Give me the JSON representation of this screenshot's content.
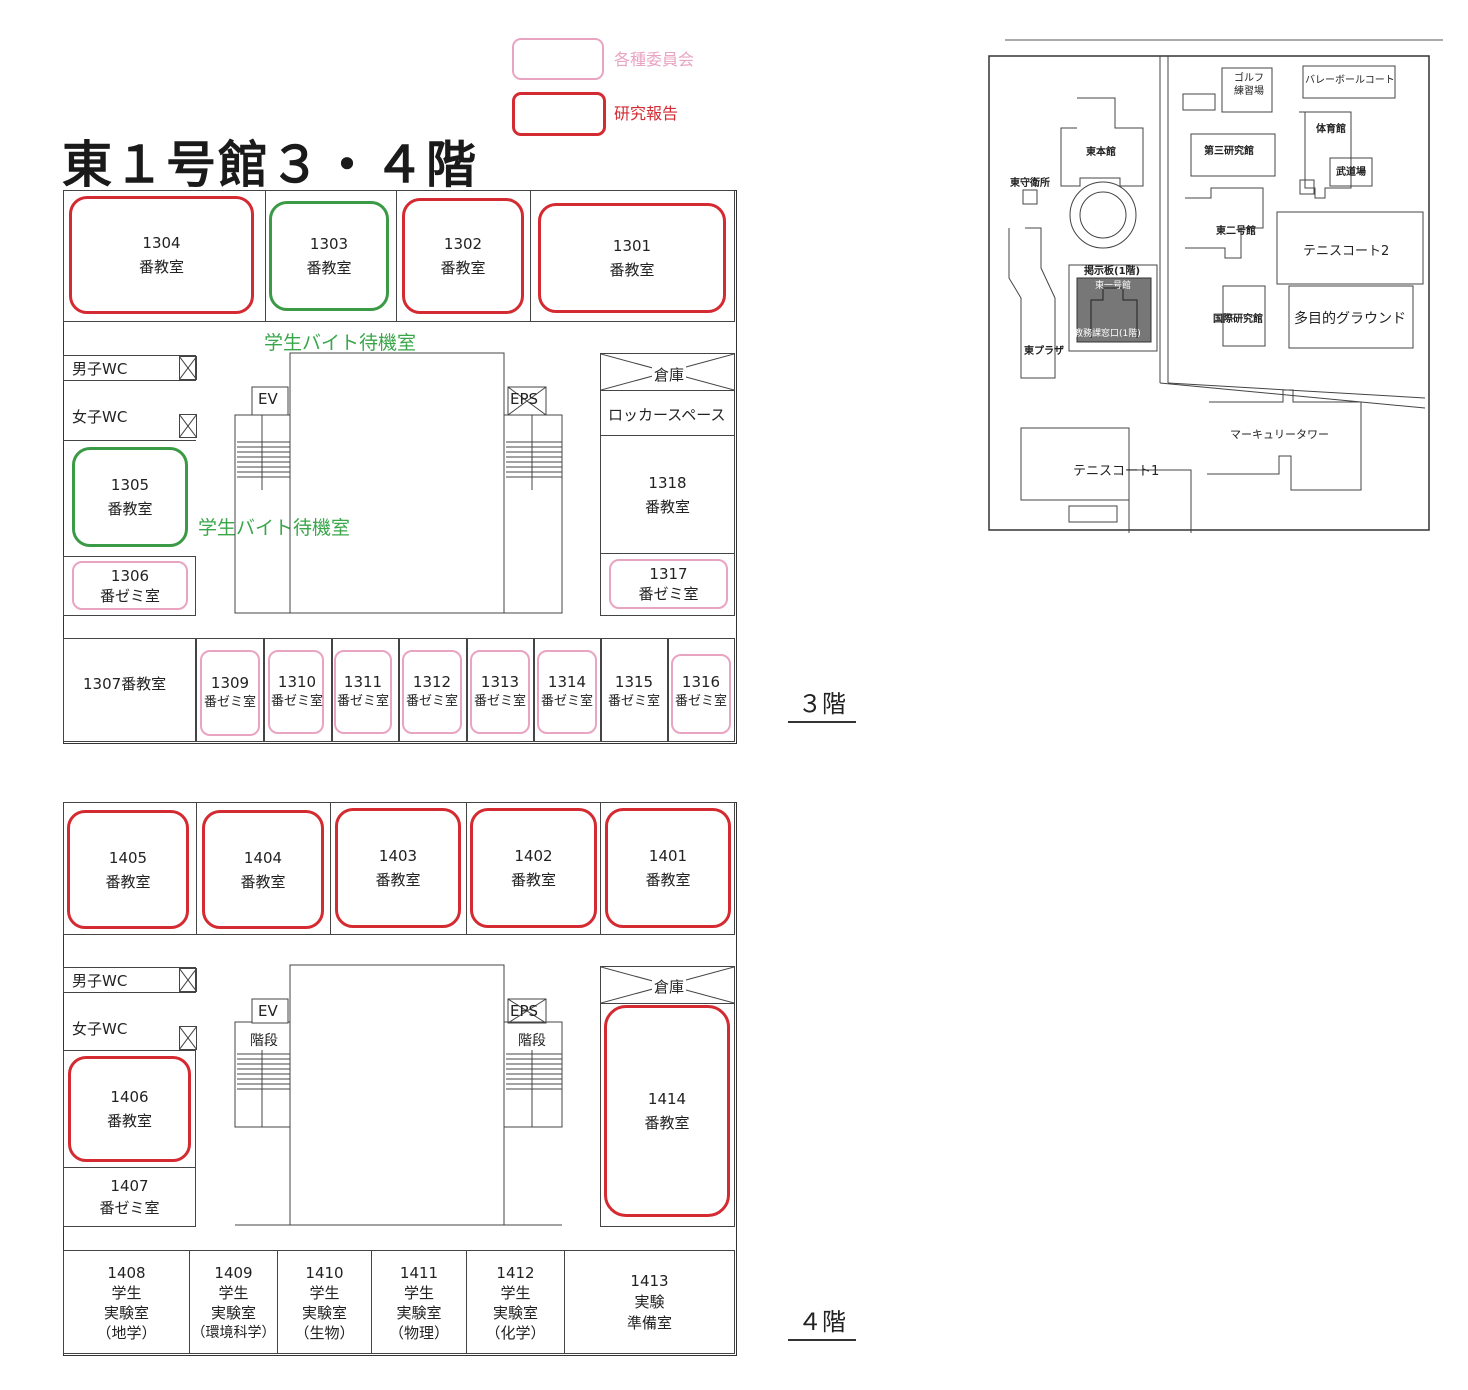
{
  "title": "東１号館３・４階",
  "legend": {
    "committee": "各種委員会",
    "research": "研究報告",
    "committee_color": "#e9a4c2",
    "research_color": "#d42a31"
  },
  "floor3": {
    "tag": "３階",
    "wait_room_top": "学生バイト待機室",
    "wait_room_mid": "学生バイト待機室",
    "male_wc": "男子WC",
    "female_wc": "女子WC",
    "ev": "EV",
    "eps": "EPS",
    "storage": "倉庫",
    "locker": "ロッカースペース",
    "rooms": {
      "r1304": [
        "1304",
        "番教室"
      ],
      "r1303": [
        "1303",
        "番教室"
      ],
      "r1302": [
        "1302",
        "番教室"
      ],
      "r1301": [
        "1301",
        "番教室"
      ],
      "r1305": [
        "1305",
        "番教室"
      ],
      "r1306": [
        "1306",
        "番ゼミ室"
      ],
      "r1318": [
        "1318",
        "番教室"
      ],
      "r1317": [
        "1317",
        "番ゼミ室"
      ],
      "r1307": "1307番教室",
      "seminars": [
        [
          "1309",
          "番ゼミ室"
        ],
        [
          "1310",
          "番ゼミ室"
        ],
        [
          "1311",
          "番ゼミ室"
        ],
        [
          "1312",
          "番ゼミ室"
        ],
        [
          "1313",
          "番ゼミ室"
        ],
        [
          "1314",
          "番ゼミ室"
        ],
        [
          "1315",
          "番ゼミ室"
        ],
        [
          "1316",
          "番ゼミ室"
        ]
      ]
    }
  },
  "floor4": {
    "tag": "４階",
    "male_wc": "男子WC",
    "female_wc": "女子WC",
    "ev": "EV",
    "eps": "EPS",
    "stairs_left": "階段",
    "stairs_right": "階段",
    "storage": "倉庫",
    "rooms": {
      "r1405": [
        "1405",
        "番教室"
      ],
      "r1404": [
        "1404",
        "番教室"
      ],
      "r1403": [
        "1403",
        "番教室"
      ],
      "r1402": [
        "1402",
        "番教室"
      ],
      "r1401": [
        "1401",
        "番教室"
      ],
      "r1406": [
        "1406",
        "番教室"
      ],
      "r1407": [
        "1407",
        "番ゼミ室"
      ],
      "r1414": [
        "1414",
        "番教室"
      ],
      "labs": [
        [
          "1408",
          "学生",
          "実験室",
          "（地学）"
        ],
        [
          "1409",
          "学生",
          "実験室",
          "（環境科学）"
        ],
        [
          "1410",
          "学生",
          "実験室",
          "（生物）"
        ],
        [
          "1411",
          "学生",
          "実験室",
          "（物理）"
        ],
        [
          "1412",
          "学生",
          "実験室",
          "（化学）"
        ],
        [
          "1413",
          "実験",
          "準備室"
        ]
      ]
    }
  },
  "campus_map": {
    "golf": [
      "ゴルフ",
      "練習場"
    ],
    "volleyball": "バレーボールコート",
    "gym": "体育館",
    "budo": "武道場",
    "east_main": "東本館",
    "lab3": "第三研究館",
    "guard": "東守衛所",
    "east2": "東二号館",
    "tennis2": "テニスコート2",
    "board": "掲示板(1階)",
    "east1": "東一号館",
    "office": "教務課窓口(1階)",
    "intl": "国際研究館",
    "ground": "多目的グラウンド",
    "plaza": "東プラザ",
    "mercury": "マーキュリータワー",
    "tennis1": "テニスコート1"
  }
}
